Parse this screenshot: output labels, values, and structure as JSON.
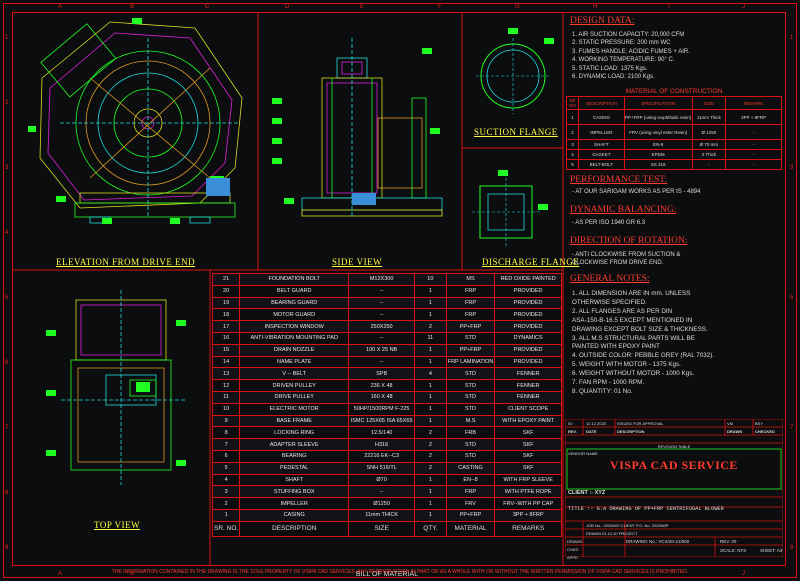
{
  "design_data": {
    "title": "DESIGN DATA:",
    "items": [
      "1.   AIR SUCTION CAPACITY: 20,000 CFM",
      "2.   STATIC PRESSURE: 200 mm WC",
      "3.   FUMES HANDLE: ACIDIC FUMES + AIR.",
      "4.   WORKING TEMPERATURE: 90° C.",
      "5.   STATIC LOAD: 1375 Kgs.",
      "6.   DYNAMIC LOAD: 2100 Kgs."
    ]
  },
  "material": {
    "title": "MATERIAL OF CONSTRUCTION",
    "headers": [
      "SR NO",
      "DESCRIPTION",
      "SPECIFICATION",
      "SIZE",
      "REMARK"
    ],
    "rows": [
      [
        "1",
        "CASING",
        "PP+FRP (using Isophthalic resin)",
        "11mm Thick",
        "3PP + 8FRP"
      ],
      [
        "2",
        "IMPELLER",
        "FRV (using vinyl ester Resin)",
        "Ø 1250",
        "-"
      ],
      [
        "3",
        "SHAFT",
        "EN-8",
        "Ø 70 mm",
        "-"
      ],
      [
        "4",
        "GASKET",
        "EPDM",
        "3 Thick",
        "-"
      ],
      [
        "5",
        "BELT-BOLT",
        "SS 316",
        "-",
        "-"
      ]
    ]
  },
  "performance": {
    "title": "PERFORMANCE TEST:",
    "text": "-   AT OUR SARIGAM WORKS AS PER IS - 4894"
  },
  "dynamic": {
    "title": "DYNAMIC BALANCING:",
    "text": "-   AS PER ISO 1940 GR 6.3"
  },
  "rotation": {
    "title": "DIRECTION OF ROTATION:",
    "lines": [
      "-   ANTI CLOCKWISE FROM SUCTION  &",
      "     CLOCKWISE FROM DRIVE END."
    ]
  },
  "general": {
    "title": "GENERAL NOTES:",
    "lines": [
      "1.   ALL DIMENSION ARE IN mm. UNLESS",
      "      OTHERWISE SPECIFIED.",
      "2.   ALL FLANGES ARE AS PER DIN",
      "      ASA-150-B-16.5 EXCEPT MENTIONED IN",
      "      DRAWING EXCEPT BOLT SIZE & THICKNESS.",
      "3.   ALL M.S STRUCTURAL PARTS WILL BE",
      "      PAINTED WITH EPOXY PAINT",
      "4.   OUTSIDE COLOR: PEBBLE GREY (RAL 7032).",
      "5.   WEIGHT WITH MOTOR - 1375 Kgs.",
      "6.   WEIGHT WITHOUT MOTOR - 1000 Kgs.",
      "7.   FAN RPM - 1000 RPM.",
      "8.   QUANTITY: 01 No."
    ]
  },
  "views": {
    "elevation": "ELEVATION FROM DRIVE END",
    "side": "SIDE VIEW",
    "suction": "SUCTION FLANGE",
    "discharge": "DISCHARGE FLANGE",
    "top": "TOP VIEW"
  },
  "grid_letters": {
    "top": [
      "A",
      "B",
      "C",
      "D",
      "E",
      "F",
      "G",
      "H",
      "I",
      "J"
    ],
    "side": [
      "1",
      "2",
      "3",
      "4",
      "5",
      "6",
      "7",
      "8",
      "9"
    ]
  },
  "bom": {
    "title": "BILL OF MATERIAL",
    "headers": [
      "SR. NO.",
      "DESCRIPTION",
      "SIZE",
      "QTY.",
      "MATERIAL",
      "REMARKS"
    ],
    "rows": [
      [
        "21",
        "FOUNDATION BOLT",
        "M12X300",
        "10",
        "MS",
        "RED OXIDE PAINTED"
      ],
      [
        "20",
        "BELT GUARD",
        "--",
        "1",
        "FRP",
        "PROVIDED"
      ],
      [
        "19",
        "BEARING GUARD",
        "--",
        "1",
        "FRP",
        "PROVIDED"
      ],
      [
        "18",
        "MOTOR GUARD",
        "--",
        "1",
        "FRP",
        "PROVIDED"
      ],
      [
        "17",
        "INSPECTION WINDOW",
        "250X250",
        "2",
        "PP+FRP",
        "PROVIDED"
      ],
      [
        "16",
        "ANTI-VIBRATION MOUNTING PAD",
        "--",
        "11",
        "STD",
        "DYNAMICS"
      ],
      [
        "15",
        "DRAIN NOZZLE",
        "100 X 25 NB",
        "1",
        "PP+FRP",
        "PROVIDED"
      ],
      [
        "14",
        "NAME PLATE",
        "--",
        "1",
        "FRP LAMINATION",
        "PROVIDED"
      ],
      [
        "13",
        "V -- BELT",
        "SPB",
        "4",
        "STD",
        "FENNER"
      ],
      [
        "12",
        "DRIVEN PULLEY",
        "236 X 48",
        "1",
        "STD",
        "FENNER"
      ],
      [
        "11",
        "DRIVE PULLEY",
        "160 X 48",
        "1",
        "STD",
        "FENNER"
      ],
      [
        "10",
        "ELECTRIC MOTOR",
        "50HP/1500RPM F-225",
        "1",
        "STD",
        "CLIENT SCOPE"
      ],
      [
        "9",
        "BASE FRAME",
        "ISMC 125X65 ISA 65X65",
        "1",
        "M.S",
        "WITH EPOXY PAINT"
      ],
      [
        "8",
        "LOCKING RING",
        "12.5/140",
        "2",
        "FRB",
        "SKF"
      ],
      [
        "7",
        "ADAPTER SLEEVE",
        "H316",
        "2",
        "STD",
        "SKF"
      ],
      [
        "6",
        "BEARING",
        "22216 EK--C3",
        "2",
        "STD",
        "SKF"
      ],
      [
        "5",
        "PEDESTAL",
        "SNH 516/TL",
        "2",
        "CASTING",
        "SKF"
      ],
      [
        "4",
        "SHAFT",
        "Ø70",
        "1",
        "EN--8",
        "WITH FRP SLEEVE"
      ],
      [
        "3",
        "STUFFING BOX",
        "--",
        "1",
        "FRP",
        "WITH PTFE ROPE"
      ],
      [
        "2",
        "IMPELLER",
        "Ø1250",
        "1",
        "FRV",
        "FRV--WITH PP CAP"
      ],
      [
        "1",
        "CASING",
        "11mm THICK",
        "1",
        "PP+FRP",
        "3PP + 8FRP"
      ]
    ]
  },
  "revision": {
    "row": [
      "00",
      "12.12.2020",
      "ISSUED FOR APPROVAL",
      "VM",
      "BSY"
    ],
    "headers": [
      "REV.",
      "DATE",
      "DESCRIPTION",
      "DRAWN",
      "CHECKED"
    ],
    "table_label": "REVISION TABLE"
  },
  "title_block": {
    "vendor_label": "VENDOR NAME",
    "company": "VISPA CAD SERVICE",
    "client": "CLIENT :- XYZ",
    "title": "TITLE :- G.A DRAWING OF PP+FRP CENTRIFUGAL BLOWER",
    "meta_line1": "JOB No.: 2020N00   CLIENT P.O. No. 2020N0P",
    "meta_line2": "DRAWN   01.12.20   PROJECT",
    "meta_line3": "DRAWING No.: VCS/20-21/000",
    "rev_label": "REV. 00",
    "scale_label": "SCALE: NTS",
    "sheet_label": "SHEET: A3",
    "sign_rows": [
      "DRAWN",
      "CHKD",
      "APPD"
    ]
  },
  "footer": "THE INFORMATION CONTAINED IN THE DRAWING IS THE SOLE PROPERTY OF VISPA CAD SERVICES. ANY REPRODUCTION IN PART OR AS A WHOLE WITH OR WITHOUT THE WRITTEN PERMISSION OF VISPA CAD SERVICES IS PROHIBITED.",
  "colors": {
    "background": "#0b0d0f",
    "border_red": "#dd1111",
    "title_red": "#ff3a2e",
    "view_yellow": "#ffff44",
    "line_green": "#22ff22",
    "line_cyan": "#22dddd",
    "line_yellow": "#dddd22",
    "line_magenta": "#dd22dd",
    "line_orange": "#dd9922",
    "line_blue": "#3399ff"
  }
}
